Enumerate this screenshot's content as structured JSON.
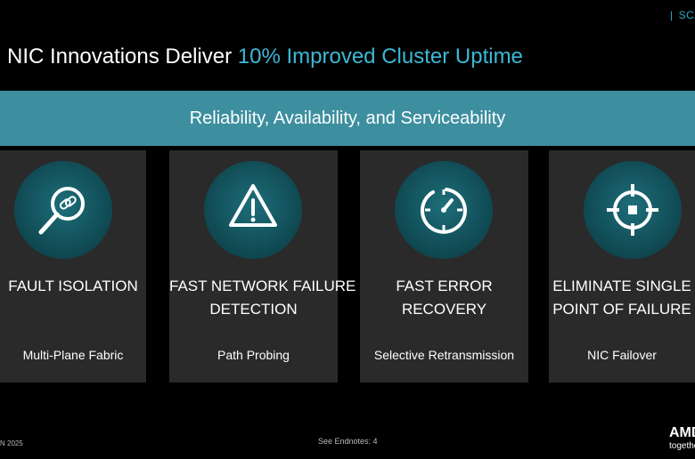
{
  "header": {
    "tag_separator": "|",
    "tag_text": "SCA",
    "title_main": "NIC Innovations Deliver",
    "title_accent": "10% Improved Cluster Uptime"
  },
  "banner": {
    "text": "Reliability, Availability, and Serviceability"
  },
  "cards": [
    {
      "icon": "magnifier-link-icon",
      "title_line1": "FAULT ISOLATION",
      "title_line2": "",
      "subtitle": "Multi-Plane Fabric"
    },
    {
      "icon": "warning-triangle-icon",
      "title_line1": "FAST NETWORK FAILURE",
      "title_line2": "DETECTION",
      "subtitle": "Path Probing"
    },
    {
      "icon": "speedometer-icon",
      "title_line1": "FAST ERROR",
      "title_line2": "RECOVERY",
      "subtitle": "Selective Retransmission"
    },
    {
      "icon": "crosshair-target-icon",
      "title_line1": "ELIMINATE SINGLE",
      "title_line2": "POINT OF FAILURE",
      "subtitle": "NIC Failover"
    }
  ],
  "footer": {
    "left_text": "N 2025",
    "center_text": "See Endnotes: 4",
    "logo_text": "AMD",
    "tagline_text": "together"
  },
  "colors": {
    "accent": "#3db8d6",
    "banner": "#3d8fa0",
    "card_bg": "#2a2a2a",
    "icon_circle": "#145a64"
  }
}
